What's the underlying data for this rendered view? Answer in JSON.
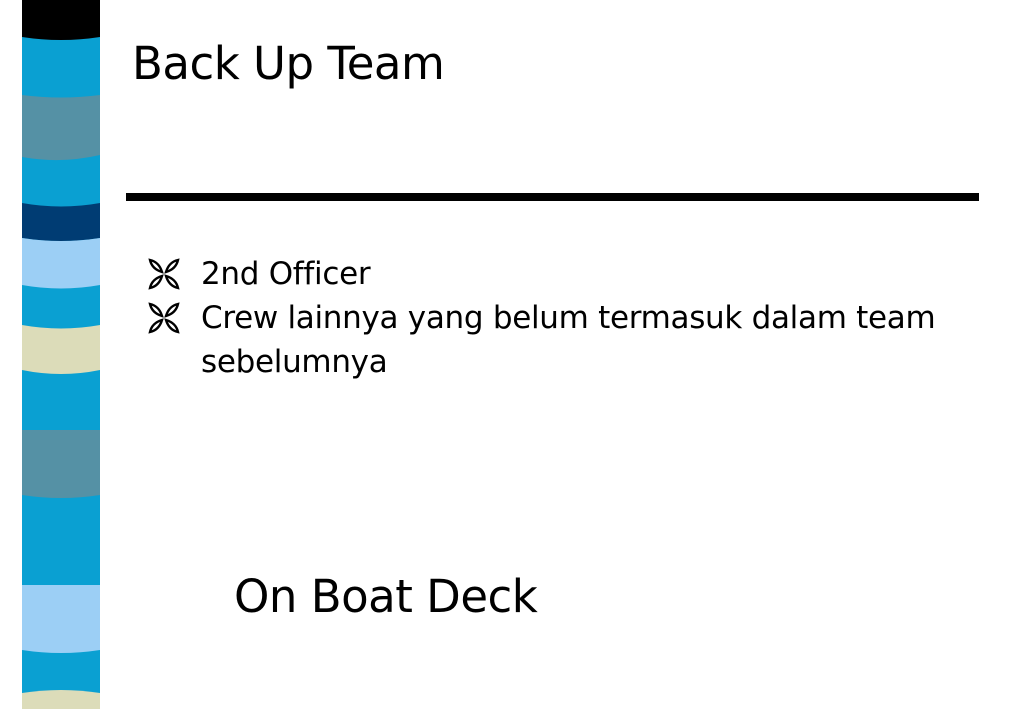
{
  "slide": {
    "title": "Back Up Team",
    "bullets": [
      {
        "icon": "ornament-bullet-icon",
        "text": "2nd Officer"
      },
      {
        "icon": "ornament-bullet-icon",
        "text": "Crew lainnya yang belum termasuk dalam team sebelumnya"
      }
    ],
    "footer": "On Boat Deck"
  },
  "colors": {
    "text": "#000000",
    "background": "#ffffff",
    "stripe_blue": "#0aa0d2",
    "stripe_steel": "#5591a5",
    "stripe_navy": "#003c73",
    "stripe_light_blue": "#9ccff5",
    "stripe_beige": "#dcdcb9",
    "stripe_black": "#000000"
  }
}
